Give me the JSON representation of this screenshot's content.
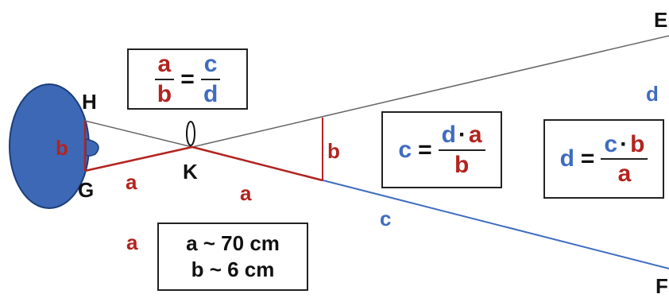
{
  "points": {
    "E": "E",
    "F": "F",
    "H": "H",
    "G": "G",
    "K": "K"
  },
  "segments": {
    "a_small": "a",
    "a_mid": "a",
    "a_bottom": "a",
    "b_left": "b",
    "b_right": "b",
    "c": "c",
    "d": "d"
  },
  "formula_ratio": {
    "num_left": "a",
    "den_left": "b",
    "eq": "=",
    "num_right": "c",
    "den_right": "d"
  },
  "formula_c": {
    "lhs": "c",
    "eq": "=",
    "num_1": "d",
    "num_dot": "·",
    "num_2": "a",
    "den": "b"
  },
  "formula_d": {
    "lhs": "d",
    "eq": "=",
    "num_1": "c",
    "num_dot": "·",
    "num_2": "b",
    "den": "a"
  },
  "given": {
    "line1": "a ~ 70 cm",
    "line2": "b ~ 6 cm"
  },
  "colors": {
    "red": "#b3231f",
    "blue": "#3f6cbf",
    "eye": "#3d68b5",
    "gray": "#666666"
  }
}
